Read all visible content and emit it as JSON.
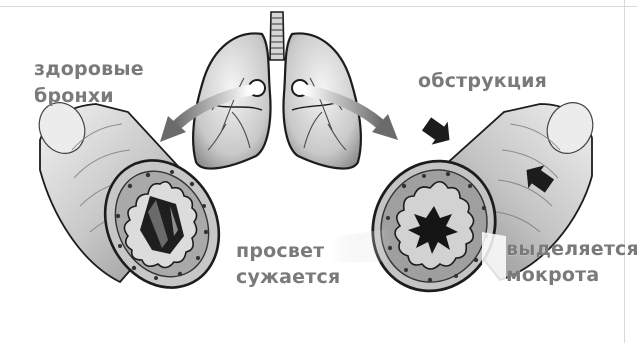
{
  "labels": {
    "healthy_line1": "здоровые",
    "healthy_line2": "бронхи",
    "obstruction": "обструкция",
    "lumen_line1": "просвет",
    "lumen_line2": "сужается",
    "sputum_line1": "выделяется",
    "sputum_line2": "мокрота"
  },
  "colors": {
    "label_text": "#7a7a7a",
    "ink": "#1c1c1c",
    "tissue_light": "#d4d4d4",
    "tissue_mid": "#a9a9a9",
    "tissue_dark": "#5a5a5a"
  }
}
